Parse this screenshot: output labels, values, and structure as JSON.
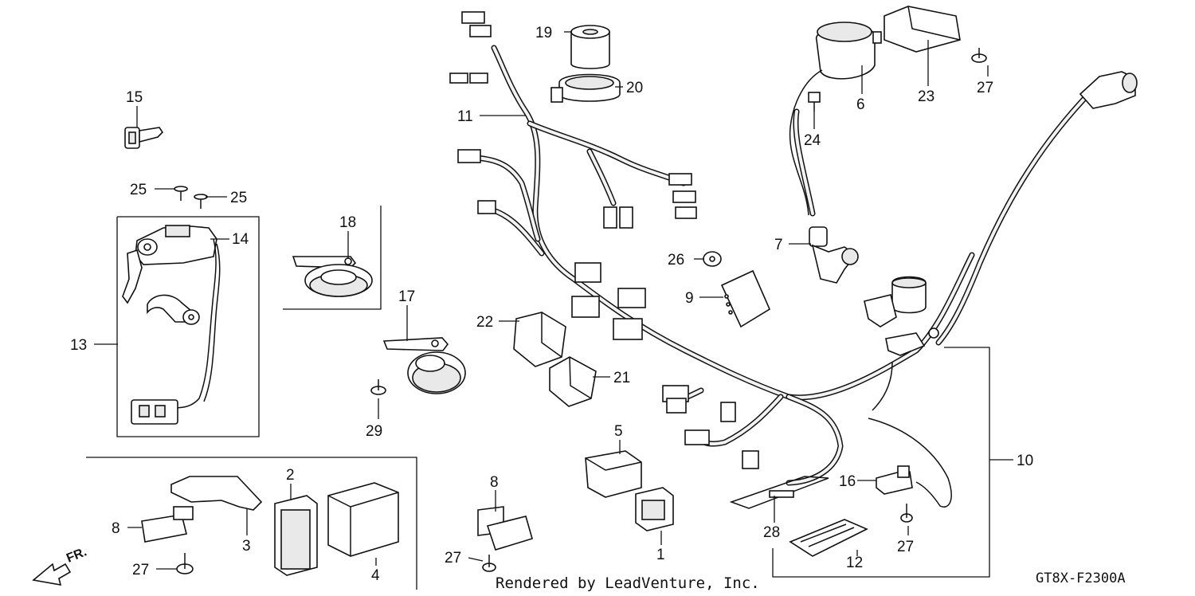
{
  "callouts": [
    {
      "id": "c1",
      "text": "1"
    },
    {
      "id": "c2",
      "text": "2"
    },
    {
      "id": "c3",
      "text": "3"
    },
    {
      "id": "c4",
      "text": "4"
    },
    {
      "id": "c5",
      "text": "5"
    },
    {
      "id": "c6",
      "text": "6"
    },
    {
      "id": "c7",
      "text": "7"
    },
    {
      "id": "c8a",
      "text": "8"
    },
    {
      "id": "c8b",
      "text": "8"
    },
    {
      "id": "c9",
      "text": "9"
    },
    {
      "id": "c10",
      "text": "10"
    },
    {
      "id": "c11",
      "text": "11"
    },
    {
      "id": "c12",
      "text": "12"
    },
    {
      "id": "c13",
      "text": "13"
    },
    {
      "id": "c14",
      "text": "14"
    },
    {
      "id": "c15",
      "text": "15"
    },
    {
      "id": "c16",
      "text": "16"
    },
    {
      "id": "c17",
      "text": "17"
    },
    {
      "id": "c18",
      "text": "18"
    },
    {
      "id": "c19",
      "text": "19"
    },
    {
      "id": "c20",
      "text": "20"
    },
    {
      "id": "c21",
      "text": "21"
    },
    {
      "id": "c22",
      "text": "22"
    },
    {
      "id": "c23",
      "text": "23"
    },
    {
      "id": "c24",
      "text": "24"
    },
    {
      "id": "c25a",
      "text": "25"
    },
    {
      "id": "c25b",
      "text": "25"
    },
    {
      "id": "c26",
      "text": "26"
    },
    {
      "id": "c27a",
      "text": "27"
    },
    {
      "id": "c27b",
      "text": "27"
    },
    {
      "id": "c27c",
      "text": "27"
    },
    {
      "id": "c27d",
      "text": "27"
    },
    {
      "id": "c28",
      "text": "28"
    },
    {
      "id": "c29",
      "text": "29"
    }
  ],
  "footer": {
    "credit": "Rendered by LeadVenture, Inc.",
    "code": "GT8X-F2300A",
    "direction": "FR."
  }
}
